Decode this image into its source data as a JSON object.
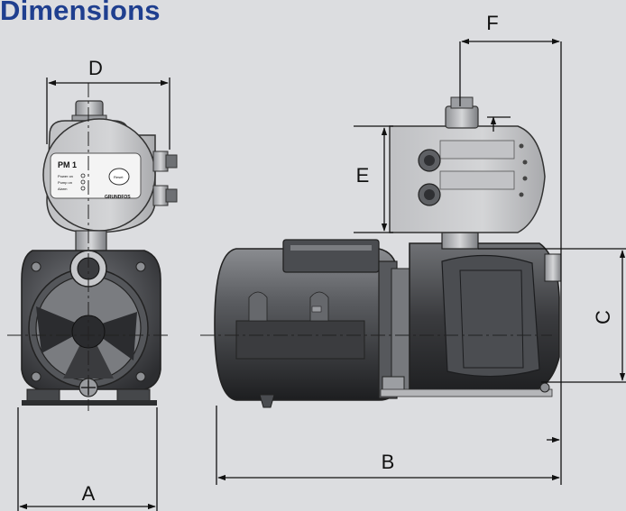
{
  "header": {
    "title": "Dimensions"
  },
  "dimensions": {
    "a": "A",
    "b": "B",
    "c": "C",
    "d": "D",
    "e": "E",
    "f": "F"
  },
  "controller": {
    "model": "PM 1",
    "power_on": "Power on",
    "pump_on": "Pump on",
    "alarm": "Alarm",
    "reset": "Reset",
    "brand": "GRUNDFOS"
  },
  "colors": {
    "background": "#dcdde0",
    "title": "#1f3f8f",
    "pump_dark": "#2f3033",
    "pump_mid": "#5d5f63",
    "controller_body": "#c9cacc"
  }
}
